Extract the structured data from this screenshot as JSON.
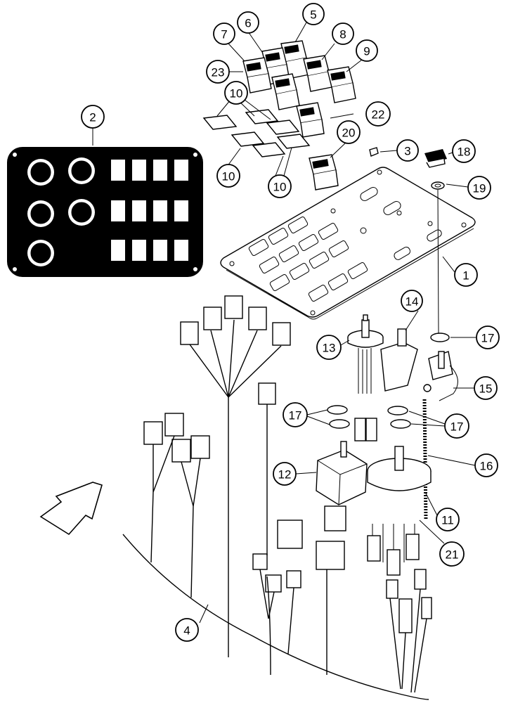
{
  "figure": {
    "type": "exploded parts diagram"
  },
  "callouts": [
    {
      "id": "c1",
      "label": "1"
    },
    {
      "id": "c2",
      "label": "2"
    },
    {
      "id": "c3",
      "label": "3"
    },
    {
      "id": "c4",
      "label": "4"
    },
    {
      "id": "c5",
      "label": "5"
    },
    {
      "id": "c6",
      "label": "6"
    },
    {
      "id": "c7",
      "label": "7"
    },
    {
      "id": "c8",
      "label": "8"
    },
    {
      "id": "c9",
      "label": "9"
    },
    {
      "id": "c10a",
      "label": "10"
    },
    {
      "id": "c10b",
      "label": "10"
    },
    {
      "id": "c10c",
      "label": "10"
    },
    {
      "id": "c11",
      "label": "11"
    },
    {
      "id": "c12",
      "label": "12"
    },
    {
      "id": "c13",
      "label": "13"
    },
    {
      "id": "c14",
      "label": "14"
    },
    {
      "id": "c15",
      "label": "15"
    },
    {
      "id": "c16",
      "label": "16"
    },
    {
      "id": "c17a",
      "label": "17"
    },
    {
      "id": "c17b",
      "label": "17"
    },
    {
      "id": "c17c",
      "label": "17"
    },
    {
      "id": "c18",
      "label": "18"
    },
    {
      "id": "c19",
      "label": "19"
    },
    {
      "id": "c20",
      "label": "20"
    },
    {
      "id": "c21",
      "label": "21"
    },
    {
      "id": "c22",
      "label": "22"
    },
    {
      "id": "c23",
      "label": "23"
    }
  ]
}
